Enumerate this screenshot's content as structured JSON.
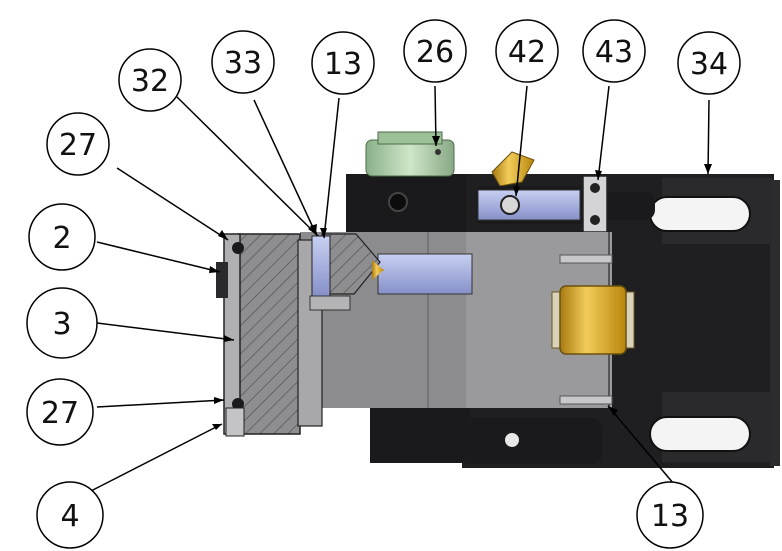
{
  "balloons": [
    {
      "id": "b27-top",
      "label": "27"
    },
    {
      "id": "b32",
      "label": "32"
    },
    {
      "id": "b33",
      "label": "33"
    },
    {
      "id": "b13-top",
      "label": "13"
    },
    {
      "id": "b26",
      "label": "26"
    },
    {
      "id": "b42",
      "label": "42"
    },
    {
      "id": "b43",
      "label": "43"
    },
    {
      "id": "b34",
      "label": "34"
    },
    {
      "id": "b2",
      "label": "2"
    },
    {
      "id": "b3",
      "label": "3"
    },
    {
      "id": "b27-bottom",
      "label": "27"
    },
    {
      "id": "b4",
      "label": "4"
    },
    {
      "id": "b13-bottom",
      "label": "13"
    }
  ],
  "colors": {
    "body_dark": "#1c1c1e",
    "body_mid": "#3a3a3c",
    "plate_gray": "#8a8a8c",
    "section_gray": "#9c9c9e",
    "hatch": "#5a5a5c",
    "brass": "#d4a21a",
    "green_cap": "#a8c8a0",
    "blue_part": "#a8b4e0"
  }
}
